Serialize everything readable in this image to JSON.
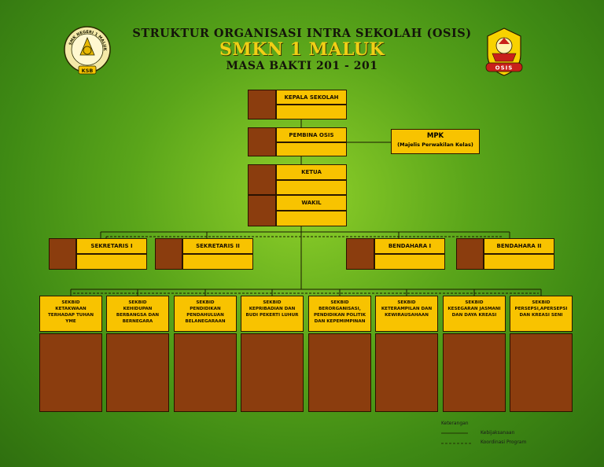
{
  "header": {
    "line1": "STRUKTUR ORGANISASI INTRA SEKOLAH (OSIS)",
    "line2": "SMKN 1 MALUK",
    "line3": "MASA BAKTI 201 - 201"
  },
  "logos": {
    "left_text": "SMK NEGERI 1 MALUK",
    "left_badge": "KSB",
    "right_banner": "OSIS"
  },
  "positions": {
    "kepala": "KEPALA SEKOLAH",
    "pembina": "PEMBINA OSIS",
    "ketua": "KETUA",
    "wakil": "WAKIL",
    "sekretaris1": "SEKRETARIS I",
    "sekretaris2": "SEKRETARIS II",
    "bendahara1": "BENDAHARA I",
    "bendahara2": "BENDAHARA II"
  },
  "mpk": {
    "title": "MPK",
    "subtitle": "(Majelis Perwakilan Kelas)"
  },
  "sekbid": [
    {
      "l1": "SEKBID",
      "l2": "KETAKWAAN",
      "l3": "TERHADAP TUHAN",
      "l4": "YME"
    },
    {
      "l1": "SEKBID",
      "l2": "KEHIDUPAN",
      "l3": "BERBANGSA DAN",
      "l4": "BERNEGARA"
    },
    {
      "l1": "SEKBID",
      "l2": "PENDIDIKAN",
      "l3": "PENDAHULUAN",
      "l4": "BELANEGARAAN"
    },
    {
      "l1": "SEKBID",
      "l2": "KEPRIBADIAN DAN",
      "l3": "BUDI PEKERTI LUHUR",
      "l4": ""
    },
    {
      "l1": "SEKBID",
      "l2": "BERORGANISASI,",
      "l3": "PENDIDIKAN POLITIK",
      "l4": "DAN KEPEMIMPINAN"
    },
    {
      "l1": "SEKBID",
      "l2": "KETERAMPILAN DAN",
      "l3": "KEWIRAUSAHAAN",
      "l4": ""
    },
    {
      "l1": "SEKBID",
      "l2": "KESEGARAN JASMANI",
      "l3": "DAN DAYA KREASI",
      "l4": ""
    },
    {
      "l1": "SEKBID",
      "l2": "PERSEPSI,APERSEPSI",
      "l3": "DAN KREASI SENI",
      "l4": ""
    }
  ],
  "legend": {
    "title": "Keterangan",
    "solid_label": "Kebijaksanaan",
    "dashed_label": "Koordinasi Program"
  },
  "colors": {
    "label_fill": "#f8c300",
    "photo_fill": "#8b3d0e",
    "title_accent": "#f1cf16"
  }
}
